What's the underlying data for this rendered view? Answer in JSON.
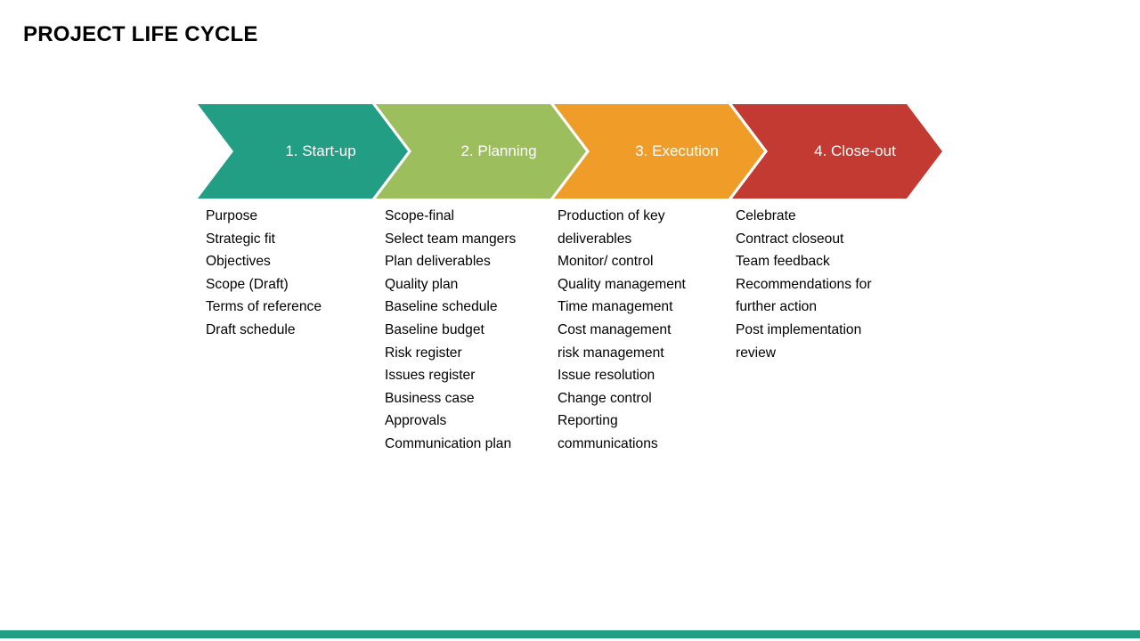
{
  "slide": {
    "title": "PROJECT LIFE CYCLE",
    "background_color": "#ffffff",
    "bottom_bar_color": "#219E83"
  },
  "phases": [
    {
      "label": "1. Start-up",
      "color": "#219E83",
      "items": [
        "Purpose",
        "Strategic fit",
        "Objectives",
        "Scope (Draft)",
        "Terms of reference",
        "Draft schedule"
      ]
    },
    {
      "label": "2. Planning",
      "color": "#9CBE5C",
      "items": [
        "Scope-final",
        "Select team mangers",
        "Plan deliverables",
        "Quality plan",
        "Baseline schedule",
        "Baseline budget",
        "Risk register",
        "Issues register",
        "Business case",
        "Approvals",
        "Communication plan"
      ]
    },
    {
      "label": "3. Execution",
      "color": "#F09C29",
      "items": [
        "Production of key deliverables",
        "Monitor/ control",
        "Quality management",
        "Time management",
        "Cost management",
        "risk management",
        "Issue resolution",
        "Change control",
        "Reporting",
        "communications"
      ]
    },
    {
      "label": "4. Close-out",
      "color": "#C33A32",
      "items": [
        "Celebrate",
        "Contract closeout",
        "Team feedback",
        "Recommendations for further action",
        "Post implementation review"
      ]
    }
  ]
}
